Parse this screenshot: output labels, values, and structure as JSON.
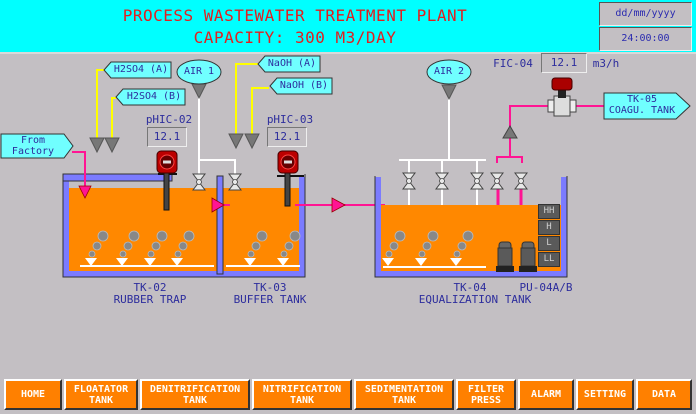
{
  "header": {
    "title_line1": "PROCESS WASTEWATER TREATMENT PLANT",
    "title_line2": "CAPACITY: 300 M3/DAY",
    "date": "dd/mm/yyyy",
    "time": "24:00:00"
  },
  "colors": {
    "header_bg": "#00ffff",
    "title_text": "#e02020",
    "background": "#c3bfc3",
    "liquid": "#ff8800",
    "tank_wall": "#7b7bff",
    "process_pipe": "#ff1493",
    "chemical_pipe": "#ffff00",
    "air_pipe": "#ffffff",
    "label_text": "#2d2d9d",
    "button_bg": "#ff8000"
  },
  "inlets": {
    "from_factory": "From\nFactory",
    "h2so4_a": "H2SO4 (A)",
    "h2so4_b": "H2SO4 (B)",
    "naoh_a": "NaOH (A)",
    "naoh_b": "NaOH (B)",
    "air1": "AIR 1",
    "air2": "AIR 2",
    "tk05": "TK-05\nCOAGU. TANK"
  },
  "instruments": {
    "phic02": {
      "tag": "pHIC-02",
      "value": "12.1"
    },
    "phic03": {
      "tag": "pHIC-03",
      "value": "12.1"
    },
    "fic04": {
      "tag": "FIC-04",
      "value": "12.1",
      "unit": "m3/h"
    }
  },
  "tanks": {
    "tk02": {
      "id": "TK-02",
      "name": "RUBBER TRAP"
    },
    "tk03": {
      "id": "TK-03",
      "name": "BUFFER TANK"
    },
    "tk04": {
      "id": "TK-04",
      "name": "EQUALIZATION TANK"
    },
    "pump": "PU-04A/B"
  },
  "level_switches": [
    "HH",
    "H",
    "L",
    "LL"
  ],
  "nav": [
    {
      "label": "HOME"
    },
    {
      "label": "FLOATATOR\nTANK"
    },
    {
      "label": "DENITRIFICATION\nTANK"
    },
    {
      "label": "NITRIFICATION\nTANK"
    },
    {
      "label": "SEDIMENTATION\nTANK"
    },
    {
      "label": "FILTER\nPRESS"
    },
    {
      "label": "ALARM"
    },
    {
      "label": "SETTING"
    },
    {
      "label": "DATA"
    }
  ]
}
